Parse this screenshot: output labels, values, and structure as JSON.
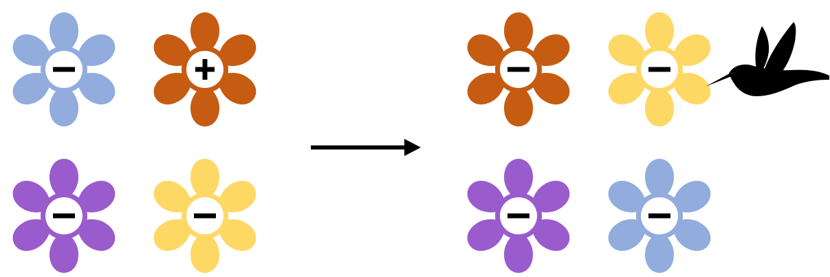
{
  "colors": {
    "blue": "#91ACDD",
    "orange": "#C55C12",
    "purple": "#9A5BCC",
    "yellow": "#FDD865",
    "center": "#FFFFFF",
    "ink": "#000000"
  },
  "left_group": [
    {
      "color": "blue",
      "sign": "minus"
    },
    {
      "color": "orange",
      "sign": "plus"
    },
    {
      "color": "purple",
      "sign": "minus"
    },
    {
      "color": "yellow",
      "sign": "minus"
    }
  ],
  "right_group": [
    {
      "color": "orange",
      "sign": "minus"
    },
    {
      "color": "yellow",
      "sign": "minus"
    },
    {
      "color": "purple",
      "sign": "minus"
    },
    {
      "color": "blue",
      "sign": "minus"
    }
  ],
  "arrow_icon": "right-arrow-icon",
  "bird_icon": "hummingbird-icon"
}
